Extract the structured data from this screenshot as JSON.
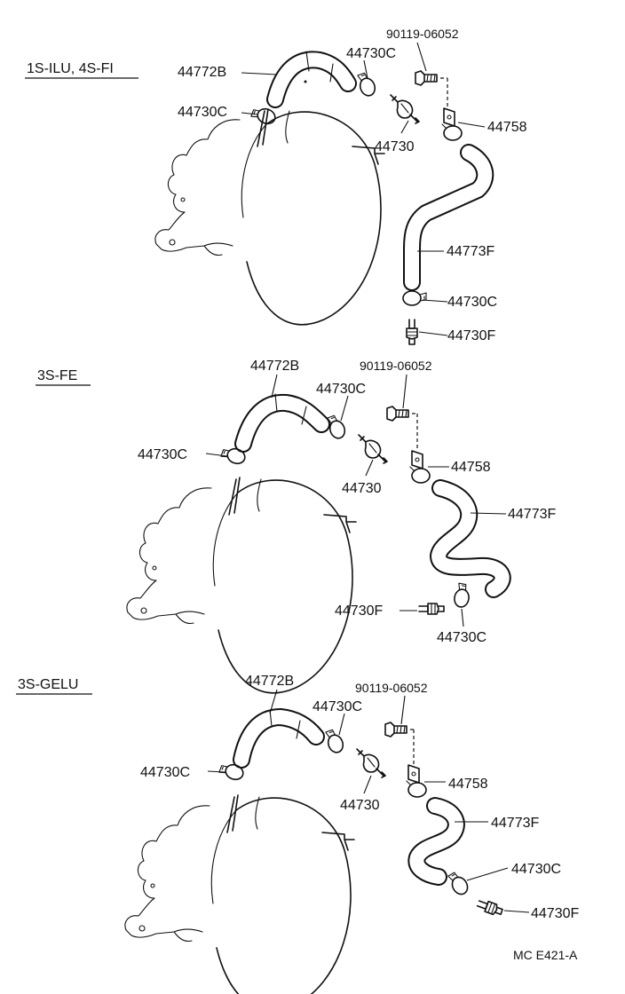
{
  "sections": [
    {
      "title": "1S-ILU, 4S-FI",
      "labels": {
        "hose_upper": "44772B",
        "clamp_a": "44730C",
        "bolt": "90119-06052",
        "clamp_left": "44730C",
        "valve": "44730",
        "bracket": "44758",
        "hose_lower": "44773F",
        "clamp_b": "44730C",
        "union": "44730F"
      }
    },
    {
      "title": "3S-FE",
      "labels": {
        "hose_upper": "44772B",
        "bolt": "90119-06052",
        "clamp_a": "44730C",
        "clamp_left": "44730C",
        "bracket": "44758",
        "valve": "44730",
        "hose_lower": "44773F",
        "union": "44730F",
        "clamp_b": "44730C"
      }
    },
    {
      "title": "3S-GELU",
      "labels": {
        "hose_upper": "44772B",
        "bolt": "90119-06052",
        "clamp_a": "44730C",
        "clamp_left": "44730C",
        "bracket": "44758",
        "valve": "44730",
        "hose_lower": "44773F",
        "clamp_b": "44730C",
        "union": "44730F"
      }
    }
  ],
  "footer": {
    "code": "MC E421-A"
  }
}
